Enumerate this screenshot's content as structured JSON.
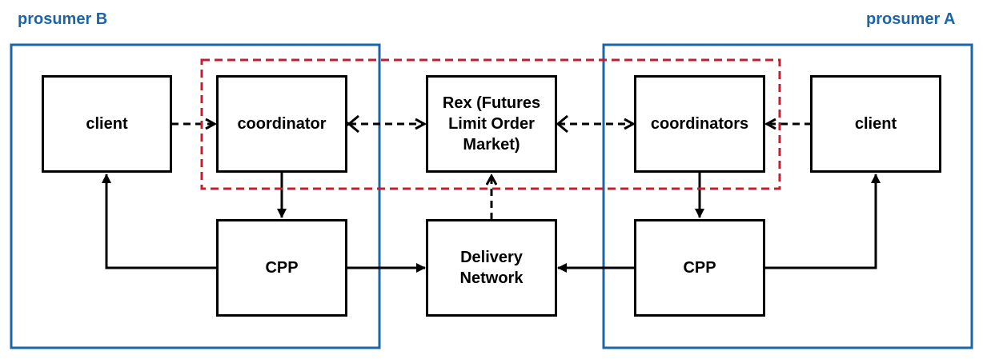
{
  "groups": {
    "prosumer_b": {
      "label": "prosumer B"
    },
    "prosumer_a": {
      "label": "prosumer A"
    }
  },
  "nodes": {
    "client_b": {
      "label": "client"
    },
    "coordinator_b": {
      "label": "coordinator"
    },
    "rex": {
      "label": "Rex (Futures\nLimit Order\nMarket)"
    },
    "coordinators_a": {
      "label": "coordinators"
    },
    "client_a": {
      "label": "client"
    },
    "cpp_b": {
      "label": "CPP"
    },
    "delivery_network": {
      "label": "Delivery\nNetwork"
    },
    "cpp_a": {
      "label": "CPP"
    }
  },
  "colors": {
    "prosumer_border": "#1a66a8",
    "prosumer_label": "#1a66a8",
    "market_region_border": "#c21f30",
    "node_border": "#000000",
    "edge": "#000000"
  }
}
